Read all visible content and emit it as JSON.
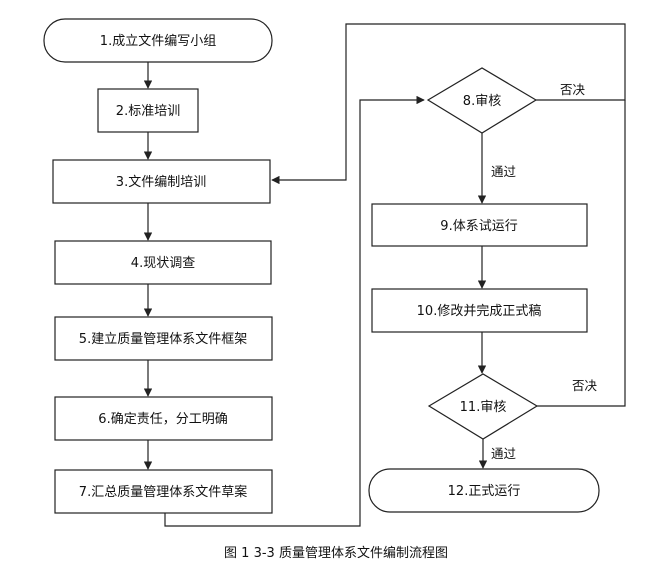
{
  "nodes": {
    "n1": "1.成立文件编写小组",
    "n2": "2.标准培训",
    "n3": "3.文件编制培训",
    "n4": "4.现状调查",
    "n5": "5.建立质量管理体系文件框架",
    "n6": "6.确定责任，分工明确",
    "n7": "7.汇总质量管理体系文件草案",
    "n8": "8.审核",
    "n9": "9.体系试运行",
    "n10": "10.修改并完成正式稿",
    "n11": "11.审核",
    "n12": "12.正式运行"
  },
  "edge_labels": {
    "reject_1": "否决",
    "pass_1": "通过",
    "reject_2": "否决",
    "pass_2": "通过"
  },
  "caption": "图 1 3-3  质量管理体系文件编制流程图"
}
